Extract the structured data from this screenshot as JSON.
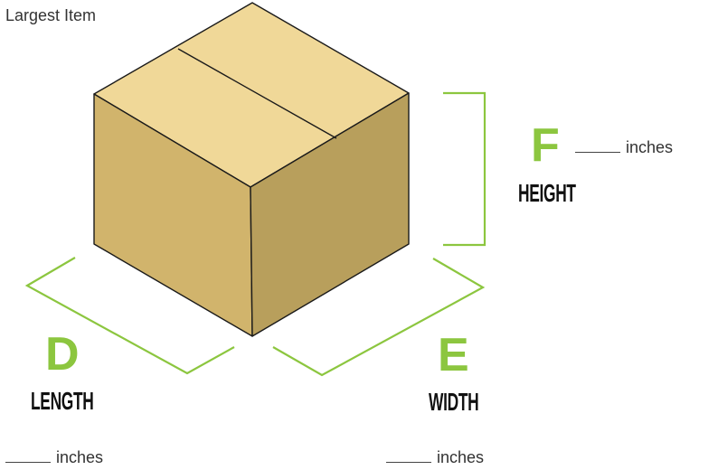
{
  "title": "Largest Item",
  "colors": {
    "accent": "#8cc63f",
    "box_top": "#f0d898",
    "box_left": "#d1b46c",
    "box_right": "#b89f5c",
    "outline": "#1a1a1a"
  },
  "dimensions": {
    "length": {
      "letter": "D",
      "name": "LENGTH",
      "unit": "inches"
    },
    "width": {
      "letter": "E",
      "name": "WIDTH",
      "unit": "inches"
    },
    "height": {
      "letter": "F",
      "name": "HEIGHT",
      "unit": "inches"
    }
  }
}
